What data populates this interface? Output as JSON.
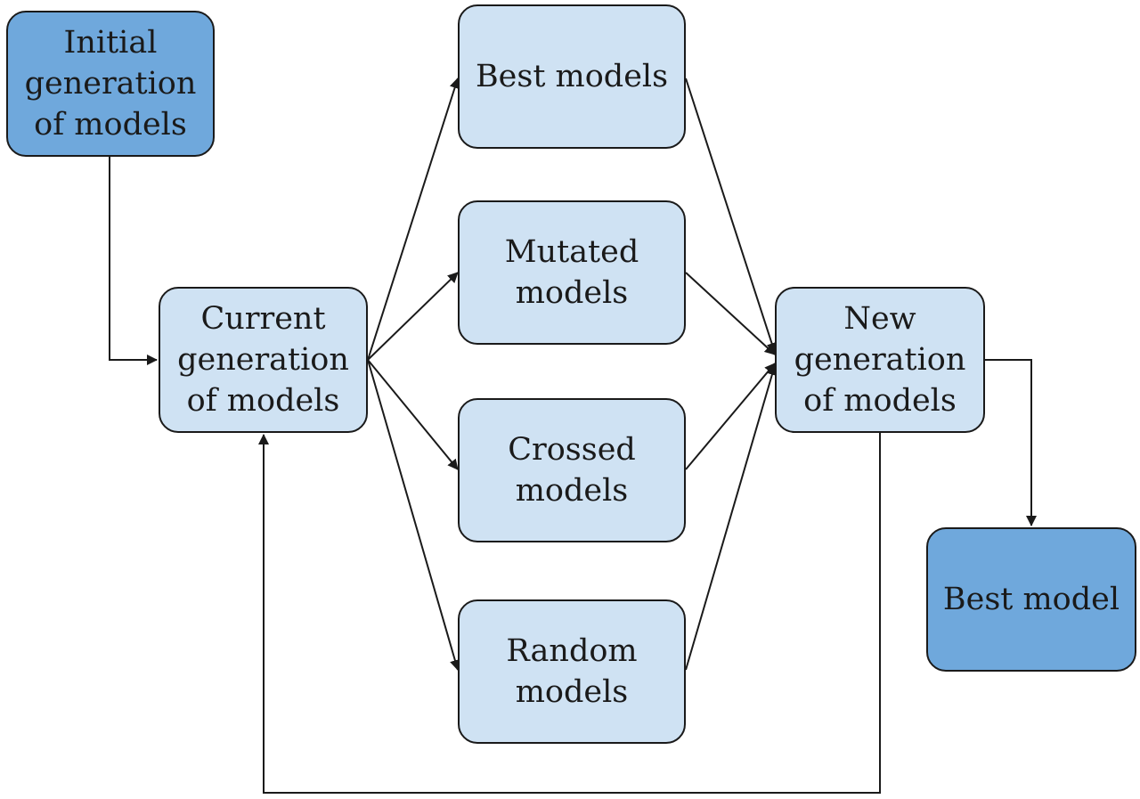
{
  "diagram": {
    "nodes": {
      "initial": {
        "label": "Initial\ngeneration\nof models",
        "fill": "#6fa8dc"
      },
      "current": {
        "label": "Current\ngeneration\nof models",
        "fill": "#cfe2f3"
      },
      "best": {
        "label": "Best models",
        "fill": "#cfe2f3"
      },
      "mutated": {
        "label": "Mutated\nmodels",
        "fill": "#cfe2f3"
      },
      "crossed": {
        "label": "Crossed\nmodels",
        "fill": "#cfe2f3"
      },
      "random": {
        "label": "Random\nmodels",
        "fill": "#cfe2f3"
      },
      "new": {
        "label": "New\ngeneration\nof models",
        "fill": "#cfe2f3"
      },
      "best_model": {
        "label": "Best model",
        "fill": "#6fa8dc"
      }
    },
    "edges": [
      {
        "from": "initial",
        "to": "current"
      },
      {
        "from": "current",
        "to": "best"
      },
      {
        "from": "current",
        "to": "mutated"
      },
      {
        "from": "current",
        "to": "crossed"
      },
      {
        "from": "current",
        "to": "random"
      },
      {
        "from": "best",
        "to": "new"
      },
      {
        "from": "mutated",
        "to": "new"
      },
      {
        "from": "crossed",
        "to": "new"
      },
      {
        "from": "random",
        "to": "new"
      },
      {
        "from": "new",
        "to": "best_model"
      },
      {
        "from": "new",
        "to": "current"
      }
    ],
    "colors": {
      "dark_node": "#6fa8dc",
      "light_node": "#cfe2f3",
      "stroke": "#1a1a1a"
    }
  }
}
